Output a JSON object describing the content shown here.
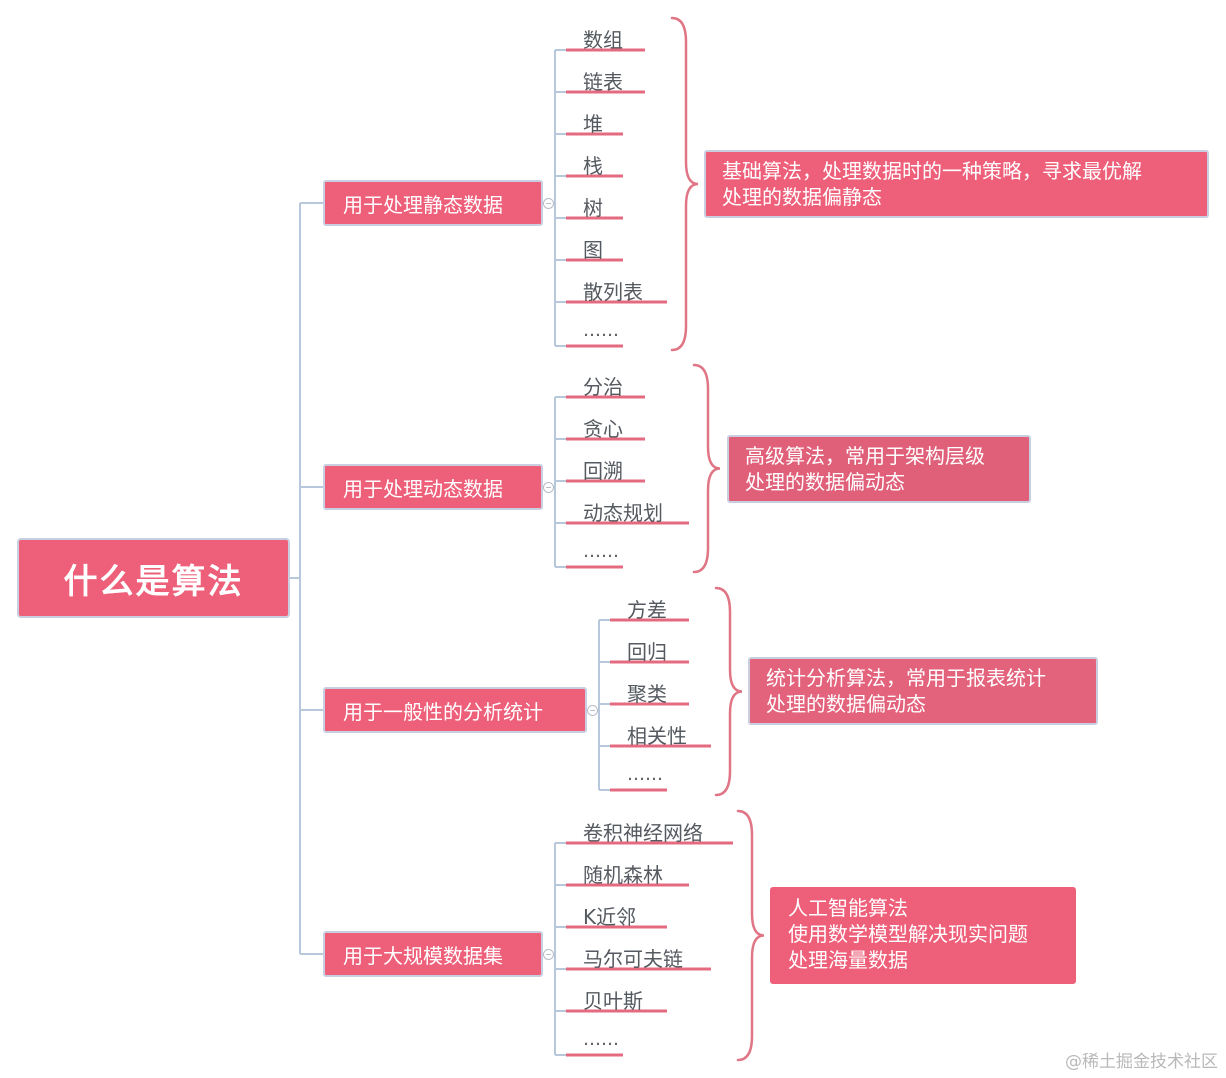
{
  "root": {
    "label": "什么是算法"
  },
  "branches": [
    {
      "label": "用于处理静态数据",
      "items": [
        "数组",
        "链表",
        "堆",
        "栈",
        "树",
        "图",
        "散列表",
        "……"
      ],
      "note": [
        "基础算法，处理数据时的一种策略，寻求最优解",
        "处理的数据偏静态"
      ]
    },
    {
      "label": "用于处理动态数据",
      "items": [
        "分治",
        "贪心",
        "回溯",
        "动态规划",
        "……"
      ],
      "note": [
        "高级算法，常用于架构层级",
        "处理的数据偏动态"
      ]
    },
    {
      "label": "用于一般性的分析统计",
      "items": [
        "方差",
        "回归",
        "聚类",
        "相关性",
        "……"
      ],
      "note": [
        "统计分析算法，常用于报表统计",
        "处理的数据偏动态"
      ]
    },
    {
      "label": "用于大规模数据集",
      "items": [
        "卷积神经网络",
        "随机森林",
        "K近邻",
        "马尔可夫链",
        "贝叶斯",
        "……"
      ],
      "note": [
        "人工智能算法",
        "使用数学模型解决现实问题",
        "处理海量数据"
      ]
    }
  ],
  "watermark": "@稀土掘金技术社区",
  "colors": {
    "node_fill": "#ee5f7a",
    "node_border": "#c9cfe0",
    "underline": "#e46a7f",
    "tree_line": "#b7c7dc",
    "brace": "#e07585"
  }
}
